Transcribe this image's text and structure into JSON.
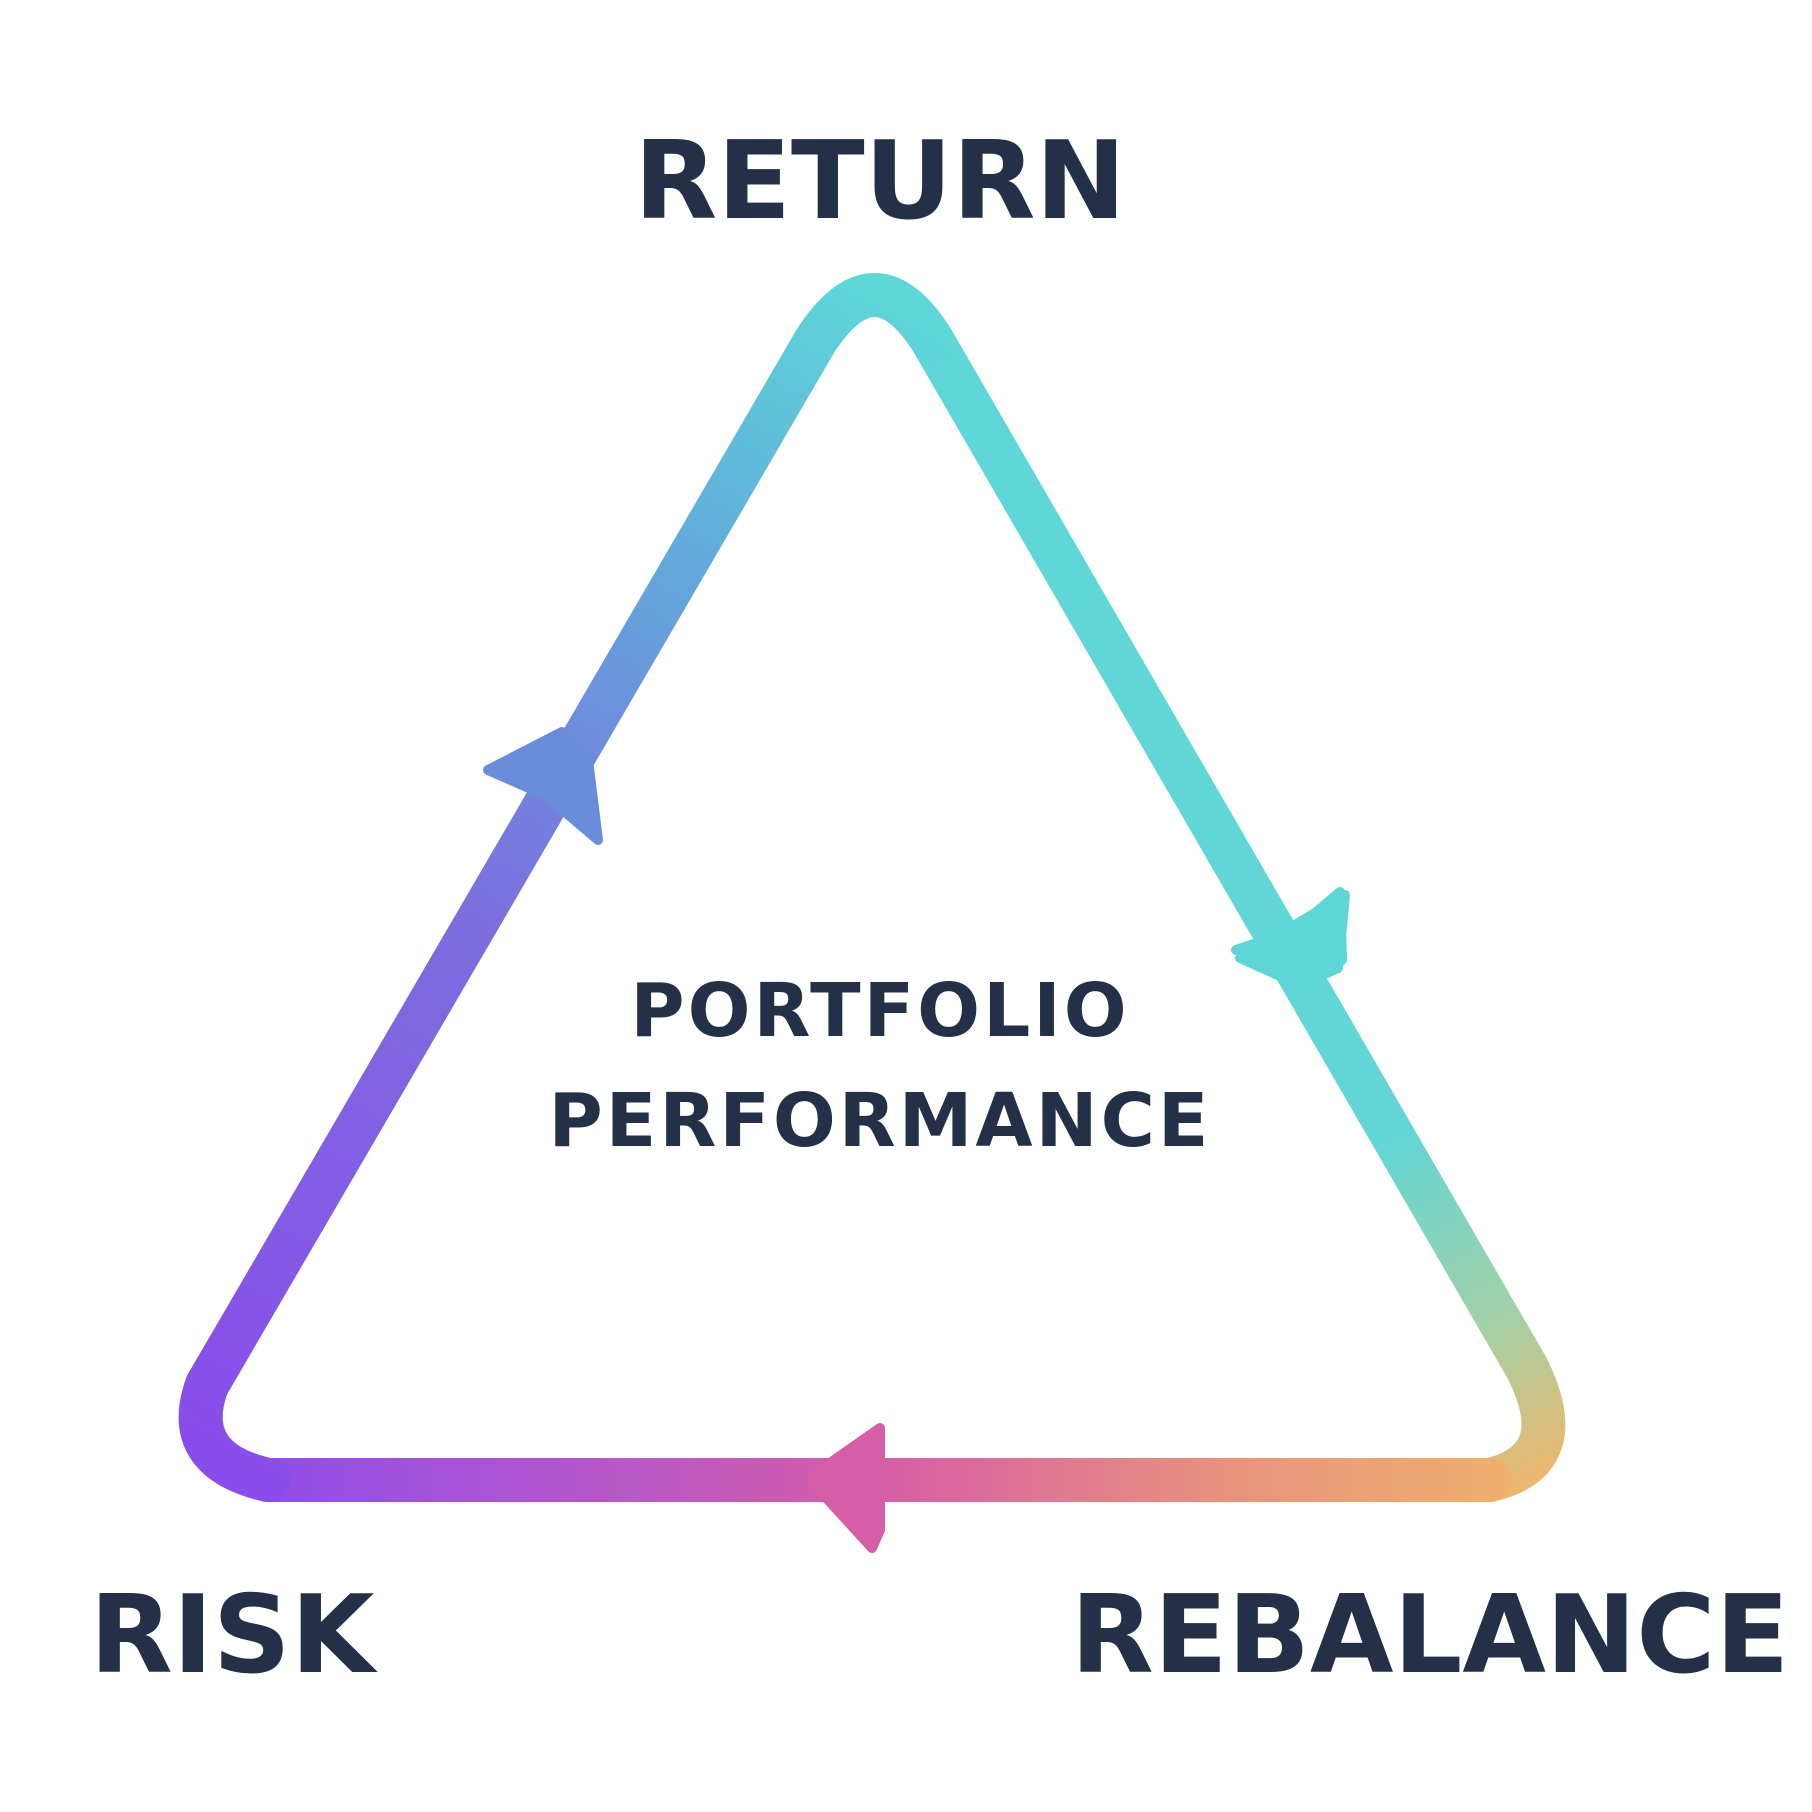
{
  "diagram": {
    "nodes": {
      "top": "RETURN",
      "bottom_left": "RISK",
      "bottom_right": "REBALANCE"
    },
    "center": {
      "line1": "PORTFOLIO",
      "line2": "PERFORMANCE"
    },
    "cycle_direction": "RETURN → REBALANCE → RISK → RETURN",
    "colors": {
      "text": "#233047",
      "gradient_top": "#5ED6D8",
      "gradient_left": "#8A4CEB",
      "gradient_bottom": "#D65EA6",
      "gradient_bottom_right": "#F0B56A"
    }
  }
}
